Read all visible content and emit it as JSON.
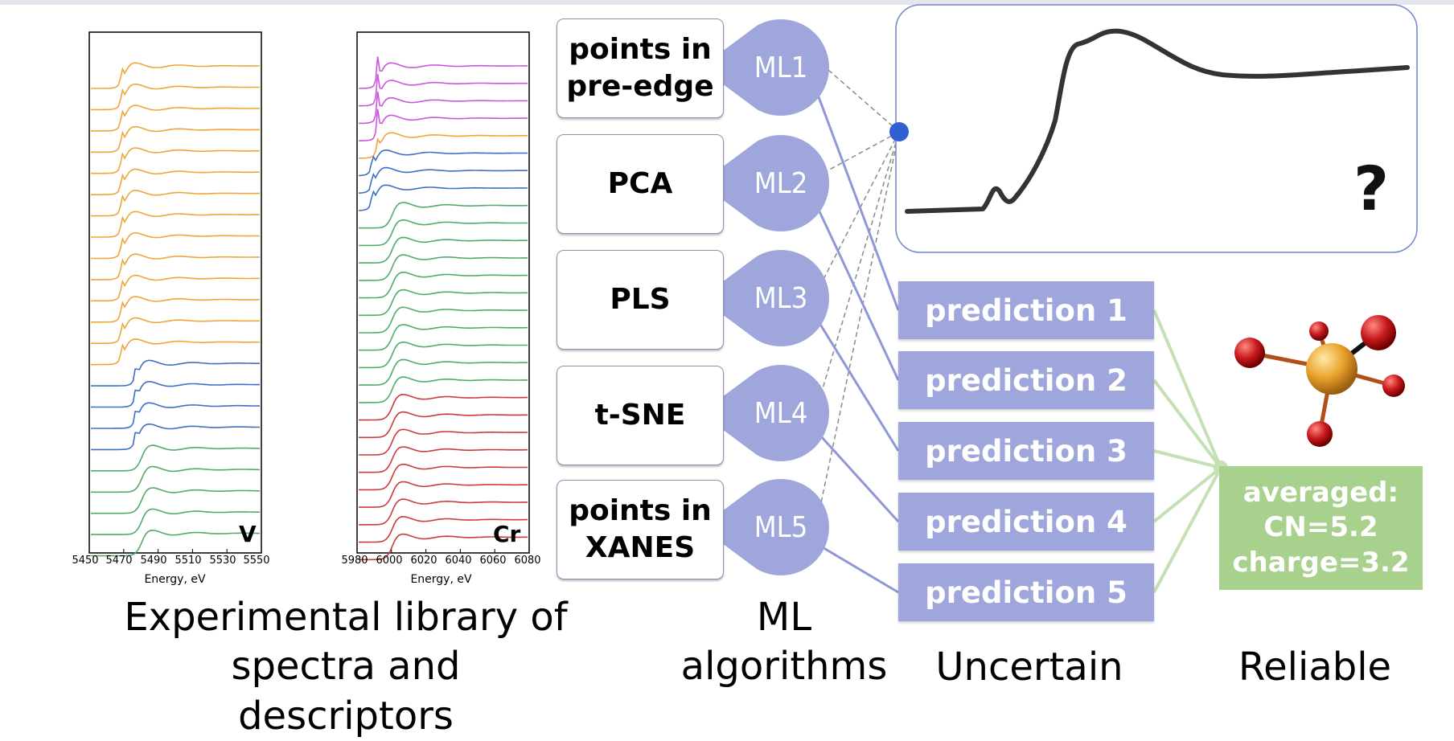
{
  "left_panels": [
    {
      "element": "V",
      "xlabel": "Energy, eV",
      "xticks": [
        "5450",
        "5470",
        "5490",
        "5510",
        "5530",
        "5550"
      ],
      "groups": [
        {
          "color": "#f0a637",
          "count": 14,
          "edge_x": 5470,
          "peak": "pre-edge"
        },
        {
          "color": "#3e6fc6",
          "count": 4,
          "edge_x": 5478,
          "peak": "pre-edge"
        },
        {
          "color": "#52aa6c",
          "count": 5,
          "edge_x": 5480,
          "peak": "weak"
        }
      ]
    },
    {
      "element": "Cr",
      "xlabel": "Energy, eV",
      "xticks": [
        "5980",
        "6000",
        "6020",
        "6040",
        "6060",
        "6080"
      ],
      "groups": [
        {
          "color": "#cc55e0",
          "count": 4,
          "edge_x": 5993,
          "peak": "strong"
        },
        {
          "color": "#f0a637",
          "count": 1,
          "edge_x": 5993,
          "peak": "pre-edge"
        },
        {
          "color": "#3e6fc6",
          "count": 3,
          "edge_x": 5990,
          "peak": "pre-edge"
        },
        {
          "color": "#52aa6c",
          "count": 11,
          "edge_x": 6000,
          "peak": "weak"
        },
        {
          "color": "#cc3b3b",
          "count": 9,
          "edge_x": 6000,
          "peak": "weak"
        }
      ]
    }
  ],
  "descriptors": [
    "points in\npre-edge",
    "PCA",
    "PLS",
    "t-SNE",
    "points in\nXANES"
  ],
  "ml_algorithms": [
    "ML1",
    "ML2",
    "ML3",
    "ML4",
    "ML5"
  ],
  "predictions": [
    "prediction 1",
    "prediction 2",
    "prediction 3",
    "prediction 4",
    "prediction 5"
  ],
  "unknown_spectrum": {
    "label": "?"
  },
  "averaged": {
    "line1": "averaged:",
    "line2": "CN=5.2",
    "line3": "charge=3.2"
  },
  "captions": {
    "library": "Experimental library of\nspectra and descriptors",
    "ml": "ML\nalgorithms",
    "uncertain": "Uncertain",
    "reliable": "Reliable"
  },
  "colors": {
    "ml_badge": "#9ea6dc",
    "prediction": "#9ea6dc",
    "averaged": "#a9d18e",
    "connector_green": "#c5e0b4",
    "dot_blue": "#2f5fd1",
    "molecule_center": "#e8a22a",
    "molecule_atoms": "#c8191d"
  }
}
